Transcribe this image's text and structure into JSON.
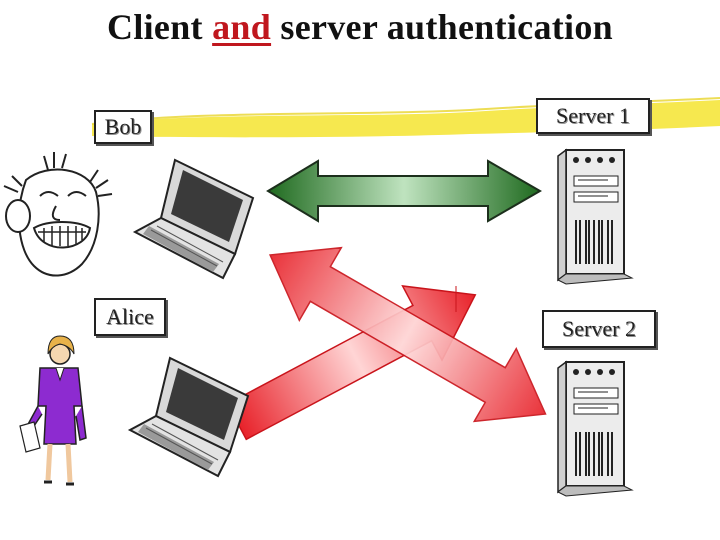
{
  "title": {
    "before": "Client ",
    "highlight": "and",
    "after": " server authentication"
  },
  "nodes": {
    "bob": "Bob",
    "alice": "Alice",
    "server1": "Server 1",
    "server2": "Server 2"
  },
  "colors": {
    "title_highlight": "#c0171e",
    "green_arrow": "#2f6b2f",
    "red_arrow": "#e8222a",
    "yellow_stroke": "#f2e23a"
  }
}
